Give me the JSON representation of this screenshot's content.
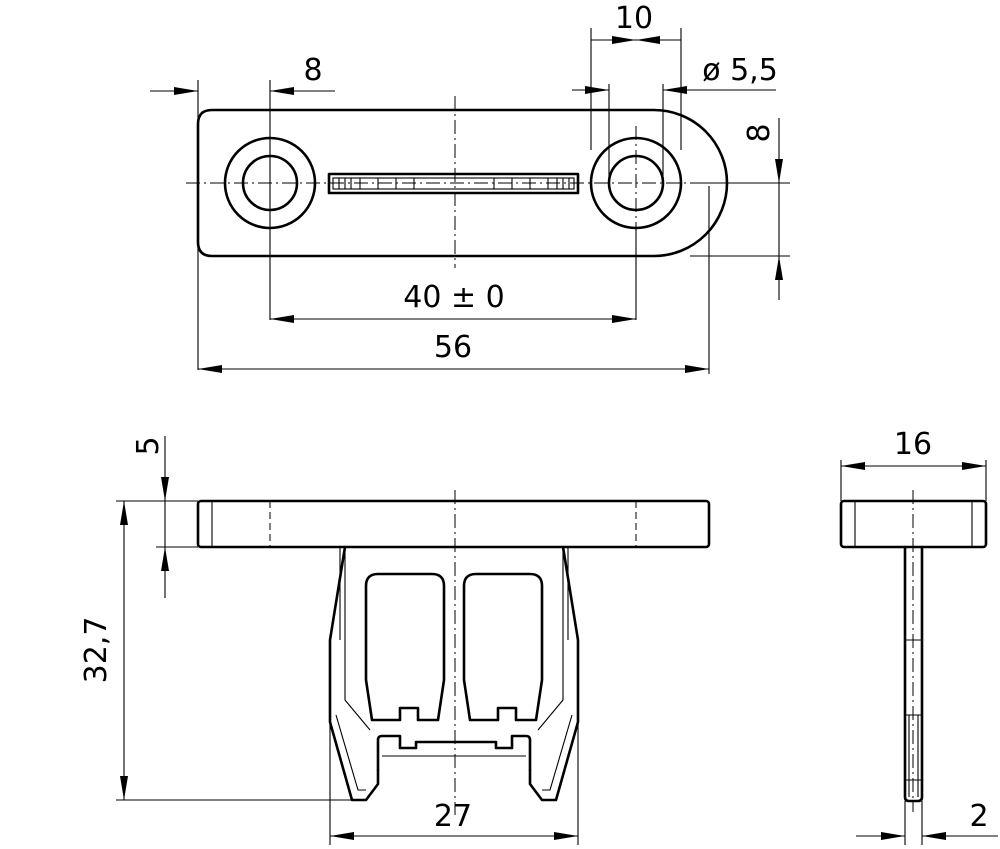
{
  "drawing": {
    "top_view": {
      "dims": {
        "ref_dist_8": "8",
        "hole_spacing_10": "10",
        "hole_diameter": "ø 5,5",
        "height_8": "8",
        "center_distance": "40 ± 0",
        "overall_length": "56"
      }
    },
    "front_view": {
      "dims": {
        "plate_thickness": "5",
        "total_height": "32,7",
        "clip_width": "27"
      }
    },
    "side_view": {
      "dims": {
        "plate_width": "16",
        "tongue_thickness": "2"
      }
    }
  }
}
